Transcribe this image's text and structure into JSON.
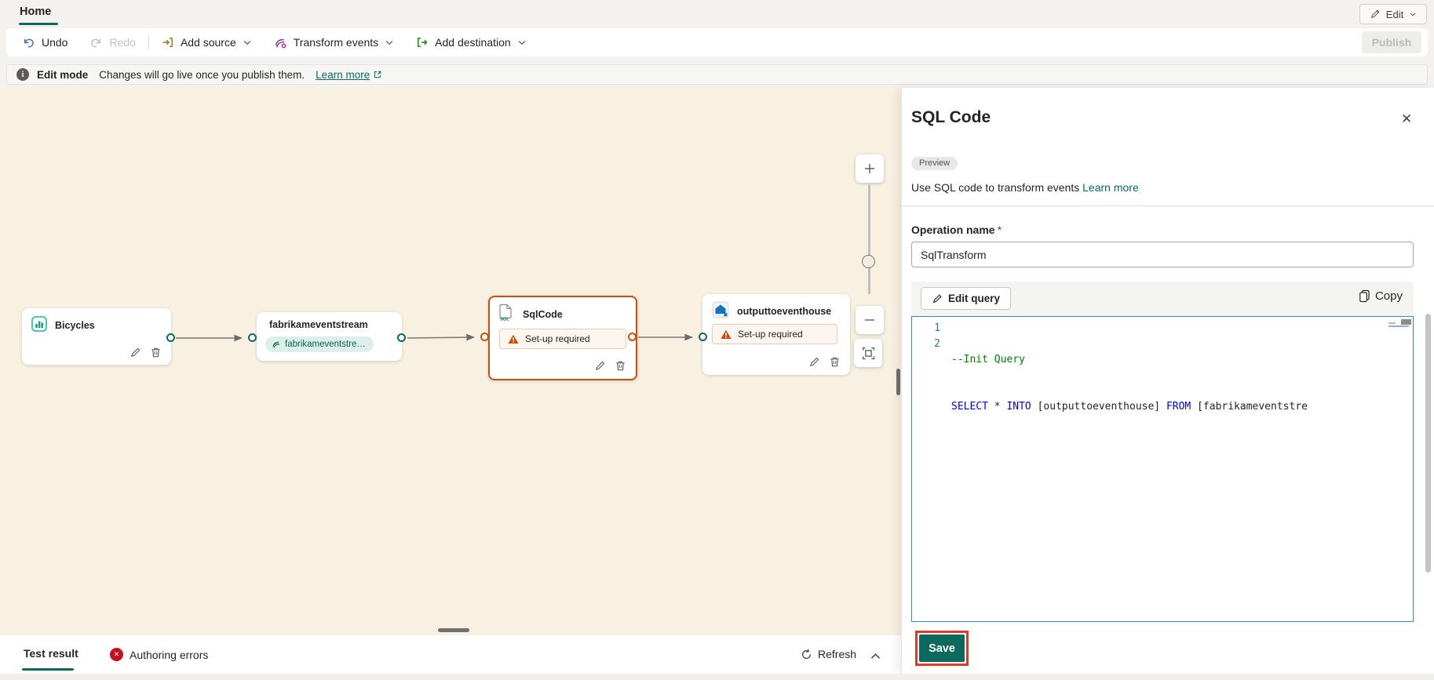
{
  "colors": {
    "accent": "#0c695c",
    "selected": "#ca5010",
    "cream": "#f8f1e2",
    "kw": "#0000ff",
    "comment": "#008000",
    "error": "#c50f1f",
    "annotation": "#e0392b"
  },
  "icons": {
    "close": "✕",
    "error_x": "✕",
    "info_i": "i"
  },
  "tabs": {
    "home": "Home"
  },
  "top_actions": {
    "edit": "Edit"
  },
  "toolbar": {
    "undo": "Undo",
    "redo": "Redo",
    "add_source": "Add source",
    "transform_events": "Transform events",
    "add_destination": "Add destination",
    "publish": "Publish"
  },
  "info_bar": {
    "mode": "Edit mode",
    "message": "Changes will go live once you publish them.",
    "learn_more": "Learn more"
  },
  "canvas": {
    "nodes": {
      "bicycles": {
        "title": "Bicycles"
      },
      "eventstream": {
        "title": "fabrikameventstream",
        "pill": "fabrikameventstre…"
      },
      "sqlcode": {
        "title": "SqlCode",
        "warning": "Set-up required"
      },
      "eventhouse": {
        "title": "outputtoeventhouse",
        "warning": "Set-up required"
      }
    }
  },
  "panel": {
    "title": "SQL Code",
    "badge": "Preview",
    "description": "Use SQL code to transform events",
    "learn_more": "Learn more",
    "operation_name": {
      "label": "Operation name",
      "required": "*",
      "value": "SqlTransform"
    },
    "edit_query": "Edit query",
    "copy": "Copy",
    "code": {
      "line_numbers": {
        "l1": "1",
        "l2": "2"
      },
      "l1_comment": "--Init Query",
      "l2": {
        "kw1": "SELECT",
        "p1": " * ",
        "kw2": "INTO",
        "p2": " [outputtoeventhouse] ",
        "kw3": "FROM",
        "p3": " [fabrikameventstre"
      }
    },
    "save": "Save"
  },
  "bottom_bar": {
    "test_result": "Test result",
    "authoring_errors": "Authoring errors",
    "refresh": "Refresh"
  }
}
